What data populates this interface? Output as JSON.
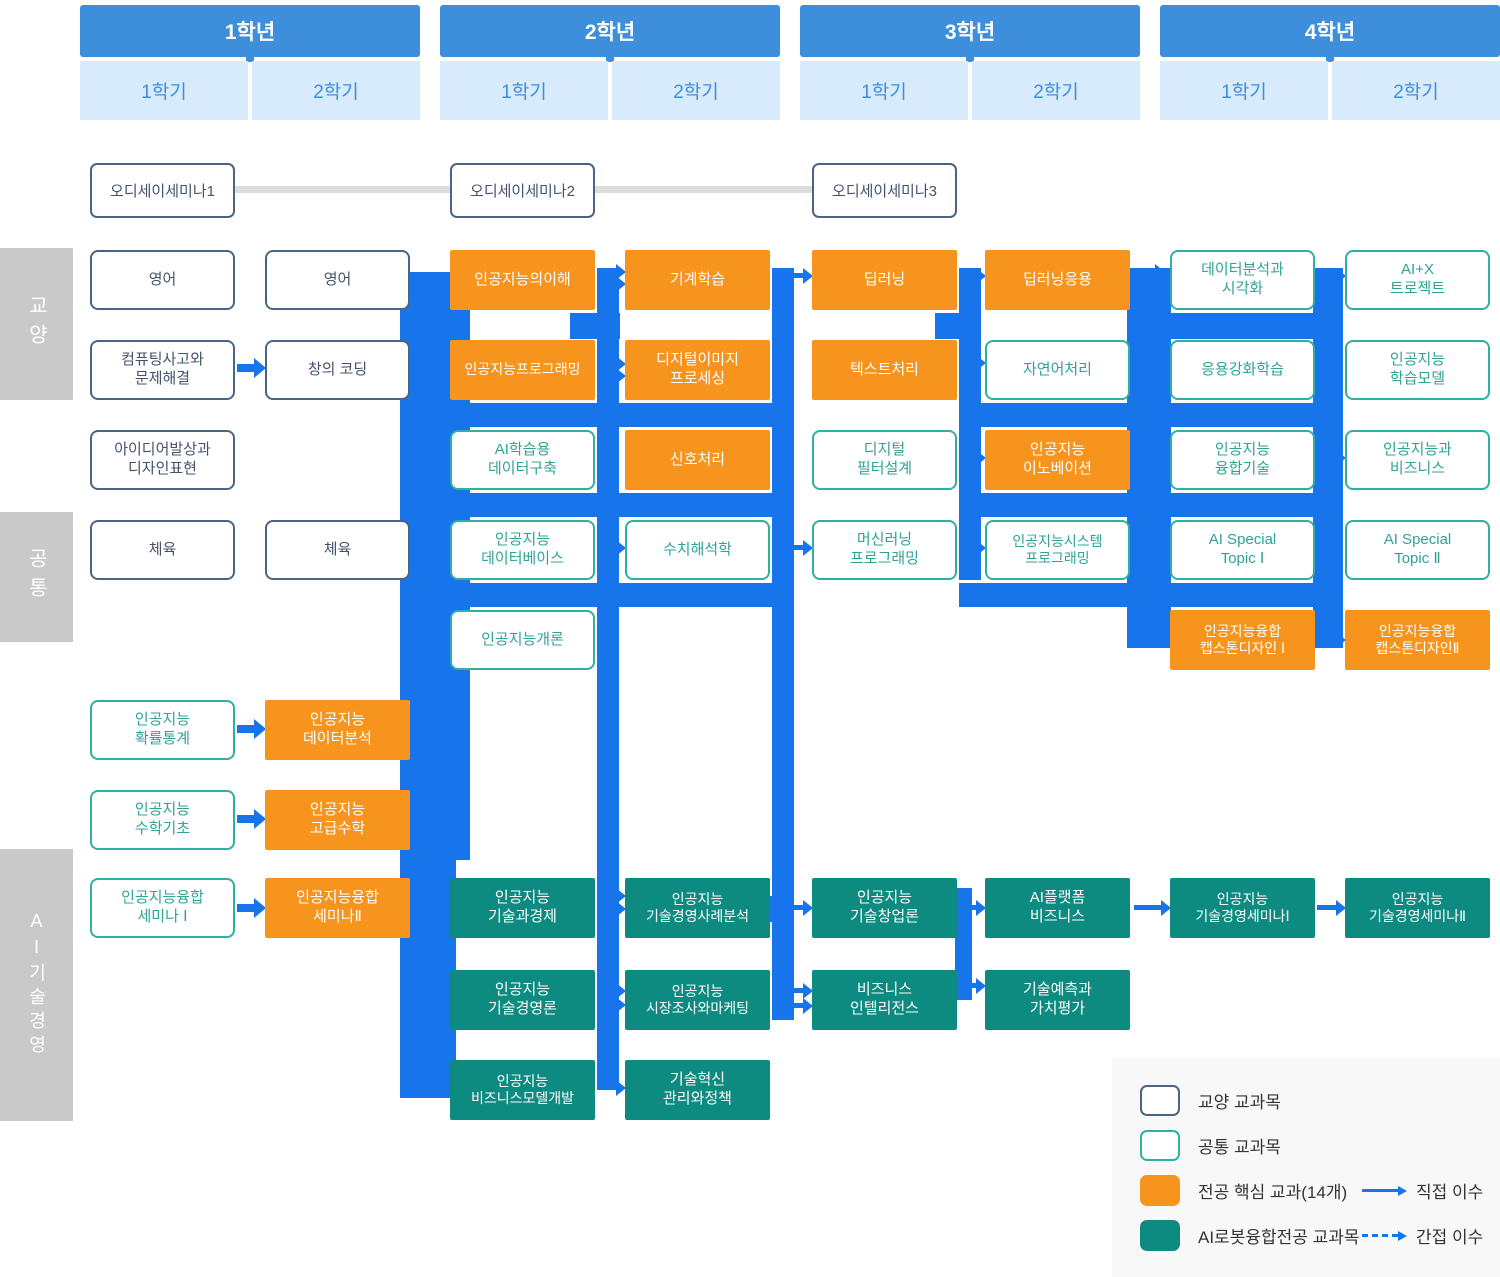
{
  "header": {
    "years": [
      {
        "label": "1학년",
        "semesters": [
          "1학기",
          "2학기"
        ]
      },
      {
        "label": "2학년",
        "semesters": [
          "1학기",
          "2학기"
        ]
      },
      {
        "label": "3학년",
        "semesters": [
          "1학기",
          "2학기"
        ]
      },
      {
        "label": "4학년",
        "semesters": [
          "1학기",
          "2학기"
        ]
      }
    ]
  },
  "sections": [
    {
      "label": "교양"
    },
    {
      "label": "공통"
    },
    {
      "label": "AI기술경영"
    }
  ],
  "odyssey": [
    {
      "label": "오디세이세미나1"
    },
    {
      "label": "오디세이세미나2"
    },
    {
      "label": "오디세이세미나3"
    }
  ],
  "courses": [
    {
      "label": "영어",
      "type": "ga"
    },
    {
      "label": "영어",
      "type": "ga"
    },
    {
      "label": "인공지능의이해",
      "type": "core"
    },
    {
      "label": "기계학습",
      "type": "core"
    },
    {
      "label": "딥러닝",
      "type": "core"
    },
    {
      "label": "딥러닝응용",
      "type": "core"
    },
    {
      "label": "데이터분석과\n시각화",
      "type": "common"
    },
    {
      "label": "AI+X\n트로젝트",
      "type": "common"
    },
    {
      "label": "컴퓨팅사고와\n문제해결",
      "type": "ga"
    },
    {
      "label": "창의 코딩",
      "type": "ga"
    },
    {
      "label": "인공지능프로그래밍",
      "type": "core"
    },
    {
      "label": "디지털이미지\n프로세싱",
      "type": "core"
    },
    {
      "label": "텍스트처리",
      "type": "core"
    },
    {
      "label": "자연어처리",
      "type": "common"
    },
    {
      "label": "응용강화학습",
      "type": "common"
    },
    {
      "label": "인공지능\n학습모델",
      "type": "common"
    },
    {
      "label": "아이디어발상과\n디자인표현",
      "type": "ga"
    },
    {
      "label": "AI학습용\n데이터구축",
      "type": "common"
    },
    {
      "label": "신호처리",
      "type": "core"
    },
    {
      "label": "디지털\n필터설계",
      "type": "common"
    },
    {
      "label": "인공지능\n이노베이션",
      "type": "core"
    },
    {
      "label": "인공지능\n융합기술",
      "type": "common"
    },
    {
      "label": "인공지능과\n비즈니스",
      "type": "common"
    },
    {
      "label": "체육",
      "type": "ga"
    },
    {
      "label": "체육",
      "type": "ga"
    },
    {
      "label": "인공지능\n데이터베이스",
      "type": "common"
    },
    {
      "label": "수치해석학",
      "type": "common"
    },
    {
      "label": "머신러닝\n프로그래밍",
      "type": "common"
    },
    {
      "label": "인공지능시스템\n프로그래밍",
      "type": "common"
    },
    {
      "label": "AI Special\nTopic Ⅰ",
      "type": "common"
    },
    {
      "label": "AI Special\nTopic Ⅱ",
      "type": "common"
    },
    {
      "label": "인공지능개론",
      "type": "common"
    },
    {
      "label": "인공지능융합\n캡스톤디자인 Ⅰ",
      "type": "core"
    },
    {
      "label": "인공지능융합\n캡스톤디자인Ⅱ",
      "type": "core"
    },
    {
      "label": "인공지능\n확률통계",
      "type": "common"
    },
    {
      "label": "인공지능\n데이터분석",
      "type": "core"
    },
    {
      "label": "인공지능\n수학기초",
      "type": "common"
    },
    {
      "label": "인공지능\n고급수학",
      "type": "core"
    },
    {
      "label": "인공지능융합\n세미나 Ⅰ",
      "type": "common"
    },
    {
      "label": "인공지능융합\n세미나Ⅱ",
      "type": "core"
    },
    {
      "label": "인공지능\n기술과경제",
      "type": "airobot"
    },
    {
      "label": "인공지능\n기술경영사례분석",
      "type": "airobot"
    },
    {
      "label": "인공지능\n기술창업론",
      "type": "airobot"
    },
    {
      "label": "AI플랫폼\n비즈니스",
      "type": "airobot"
    },
    {
      "label": "인공지능\n기술경영세미나Ⅰ",
      "type": "airobot"
    },
    {
      "label": "인공지능\n기술경영세미나Ⅱ",
      "type": "airobot"
    },
    {
      "label": "인공지능\n기술경영론",
      "type": "airobot"
    },
    {
      "label": "인공지능\n시장조사와마케팅",
      "type": "airobot"
    },
    {
      "label": "비즈니스\n인텔리전스",
      "type": "airobot"
    },
    {
      "label": "기술예측과\n가치평가",
      "type": "airobot"
    },
    {
      "label": "인공지능\n비즈니스모델개발",
      "type": "airobot"
    },
    {
      "label": "기술혁신\n관리와정책",
      "type": "airobot"
    }
  ],
  "legend": {
    "items": [
      {
        "label": "교양 교과목",
        "type": "ga"
      },
      {
        "label": "공통 교과목",
        "type": "common"
      },
      {
        "label": "전공 핵심 교과(14개)",
        "type": "core"
      },
      {
        "label": "AI로봇융합전공 교과목",
        "type": "airobot"
      }
    ],
    "arrows": [
      {
        "label": "직접 이수",
        "style": "solid"
      },
      {
        "label": "간접 이수",
        "style": "dashed"
      }
    ]
  },
  "colors": {
    "header_blue": "#3d8edb",
    "semester_bg": "#d8ebfd",
    "liberal_border": "#4a6584",
    "common_border": "#2fb0a0",
    "core_orange": "#f7941d",
    "airobot_teal": "#0e8b80",
    "connector_blue": "#1774ea",
    "rail_gray": "#c9c9c9",
    "odyssey_line_gray": "#dcdcdc",
    "legend_bg": "#f8f8f8"
  }
}
